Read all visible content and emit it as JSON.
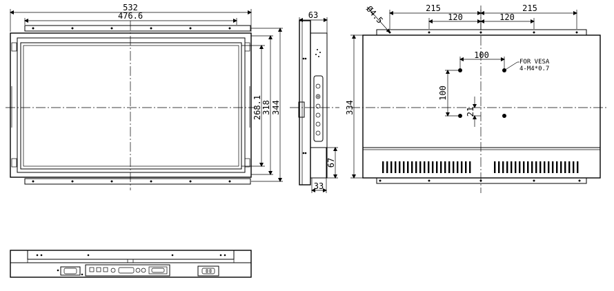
{
  "dimensions": {
    "front_width": "532",
    "front_inner_width": "476.6",
    "front_active_height": "268.1",
    "front_inner_height": "318",
    "front_height": "344",
    "side_depth": "63",
    "side_box_depth": "33",
    "side_box_height": "67",
    "rear_height": "334",
    "hole_diameter": "Ø4.5",
    "rear_hole_span_left": "215",
    "rear_hole_span_right": "215",
    "rear_hole_inner_left": "120",
    "rear_hole_inner_right": "120",
    "vesa_horizontal": "100",
    "vesa_vertical": "100",
    "vesa_offset": "21"
  },
  "notes": {
    "vesa_line1": "FOR VESA",
    "vesa_line2": "4-M4*0.7"
  }
}
